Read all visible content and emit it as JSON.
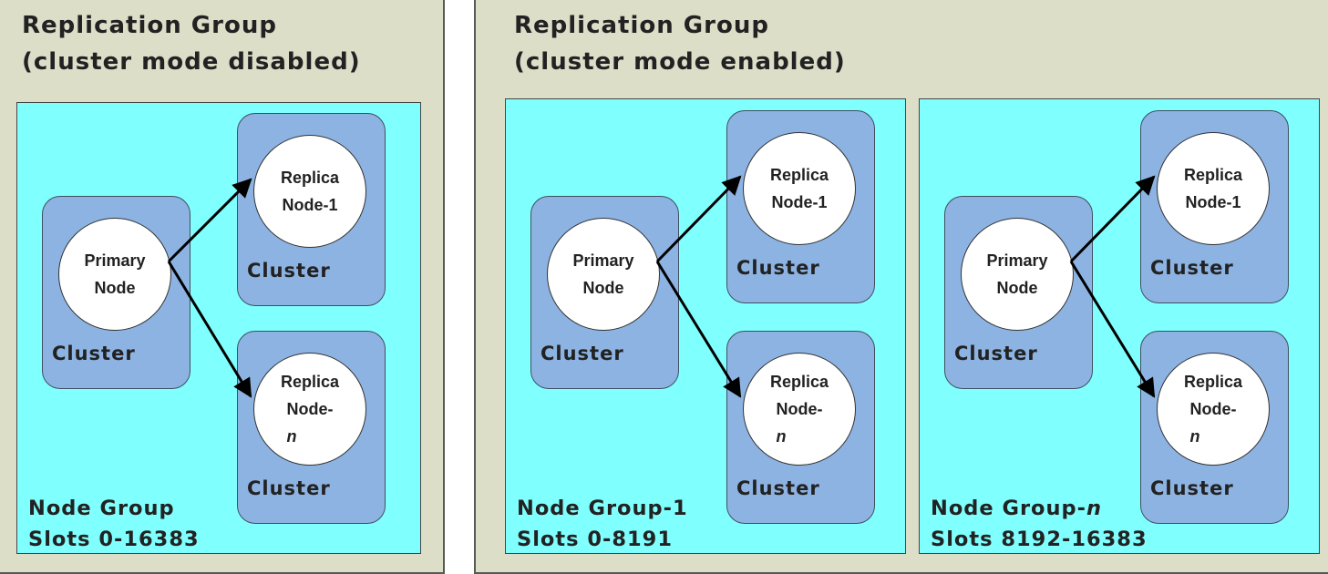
{
  "groups": [
    {
      "title_line1": "Replication Group",
      "title_line2": "(cluster mode disabled)",
      "node_groups": [
        {
          "name_prefix": "Node Group",
          "name_suffix": "",
          "slots": "Slots 0-16383",
          "primary": {
            "line1": "Primary",
            "line2": "Node",
            "cluster_label": "Cluster"
          },
          "replica1": {
            "line1": "Replica",
            "line2": "Node-1",
            "cluster_label": "Cluster"
          },
          "replican": {
            "line1": "Replica",
            "line2_prefix": "Node-",
            "line2_suffix": "n",
            "cluster_label": "Cluster"
          }
        }
      ]
    },
    {
      "title_line1": "Replication Group",
      "title_line2": "(cluster mode enabled)",
      "node_groups": [
        {
          "name_prefix": "Node Group-1",
          "name_suffix": "",
          "slots": "Slots 0-8191",
          "primary": {
            "line1": "Primary",
            "line2": "Node",
            "cluster_label": "Cluster"
          },
          "replica1": {
            "line1": "Replica",
            "line2": "Node-1",
            "cluster_label": "Cluster"
          },
          "replican": {
            "line1": "Replica",
            "line2_prefix": "Node-",
            "line2_suffix": "n",
            "cluster_label": "Cluster"
          }
        },
        {
          "name_prefix": "Node Group-",
          "name_suffix": "n",
          "slots": "Slots 8192-16383",
          "primary": {
            "line1": "Primary",
            "line2": "Node",
            "cluster_label": "Cluster"
          },
          "replica1": {
            "line1": "Replica",
            "line2": "Node-1",
            "cluster_label": "Cluster"
          },
          "replican": {
            "line1": "Replica",
            "line2_prefix": "Node-",
            "line2_suffix": "n",
            "cluster_label": "Cluster"
          }
        }
      ]
    }
  ],
  "colors": {
    "replication_group_bg": "#dcdec8",
    "node_group_bg": "#80ffff",
    "cluster_bg": "#8db3e2",
    "node_bg": "#ffffff",
    "arrow": "#000000"
  }
}
